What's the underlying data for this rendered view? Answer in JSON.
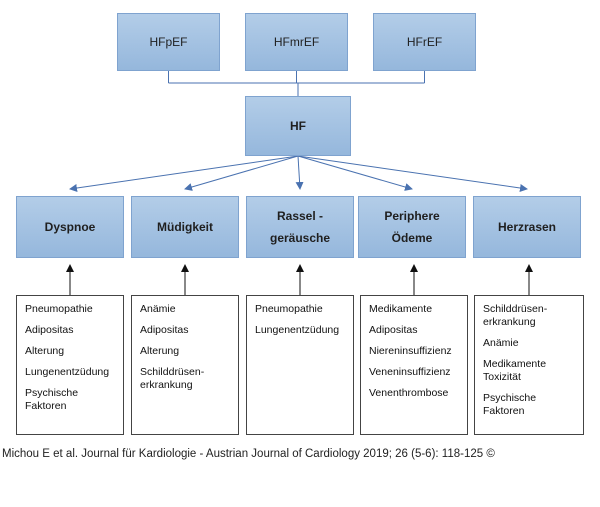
{
  "subtypes": [
    {
      "id": "hfpef",
      "label": "HFpEF"
    },
    {
      "id": "hfmref",
      "label": "HFmrEF"
    },
    {
      "id": "hfref",
      "label": "HFrEF"
    }
  ],
  "center": {
    "label": "HF"
  },
  "symptoms": [
    {
      "id": "dyspnoe",
      "label": "Dyspnoe",
      "causes": [
        "Pneumopathie",
        "Adipositas",
        "Alterung",
        "Lungenentzüdung",
        "Psychische\nFaktoren"
      ]
    },
    {
      "id": "muedigkeit",
      "label": "Müdigkeit",
      "causes": [
        "Anämie",
        "Adipositas",
        "Alterung",
        "Schilddrüsen-\nerkrankung"
      ]
    },
    {
      "id": "rasselgeraeusche",
      "label": "Rassel -\ngeräusche",
      "causes": [
        "Pneumopathie",
        "Lungenentzüdung"
      ]
    },
    {
      "id": "periphere-oedeme",
      "label": "Periphere\nÖdeme",
      "causes": [
        "Medikamente",
        "Adipositas",
        "Niereninsuffizienz",
        "Veneninsuffizienz",
        "Venenthrombose"
      ]
    },
    {
      "id": "herzrasen",
      "label": "Herzrasen",
      "causes": [
        "Schilddrüsen-\nerkrankung",
        "Anämie",
        "Medikamente\nToxizität",
        "Psychische\nFaktoren"
      ]
    }
  ],
  "caption": "Michou E et al. Journal für Kardiologie - Austrian Journal of Cardiology 2019; 26 (5-6): 118-125 ©",
  "colors": {
    "box_fill": "#a6c3e3",
    "box_border": "#7fa3cf",
    "connector": "#4a72b0"
  }
}
